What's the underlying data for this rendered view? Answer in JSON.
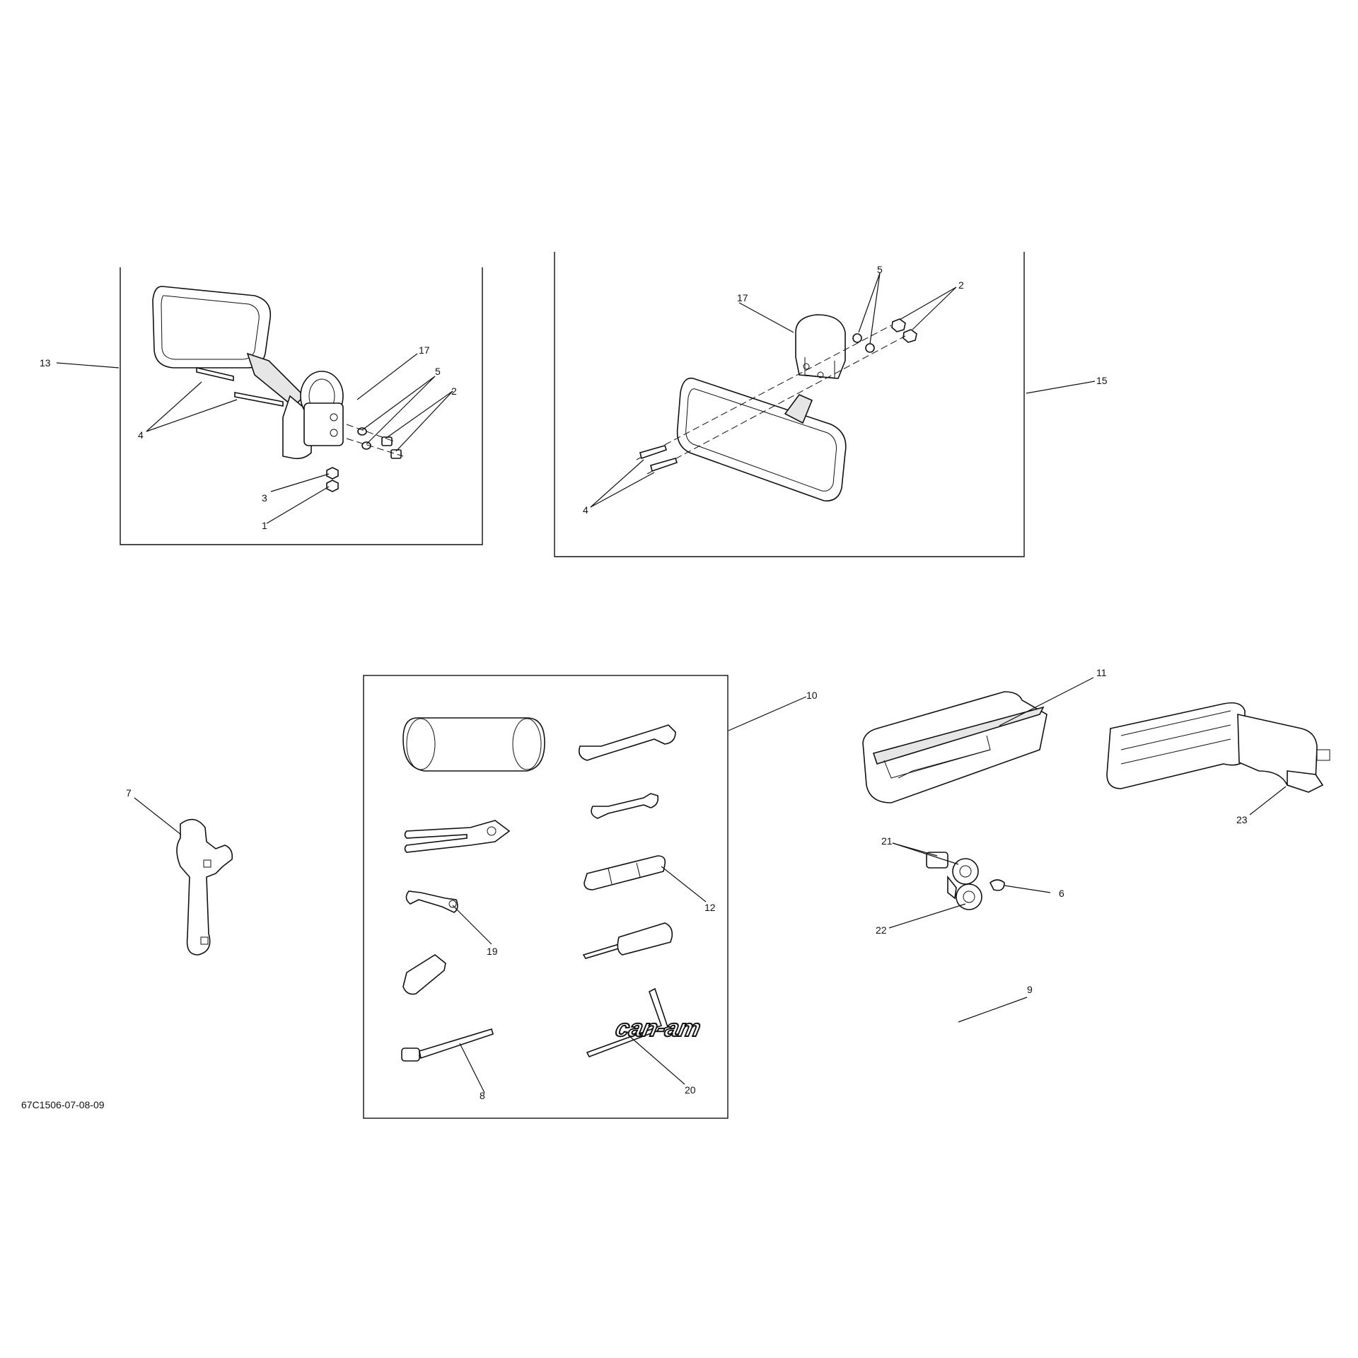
{
  "document_id": "67C1506-07-08-09",
  "logo_text": "can-am",
  "callouts": {
    "c1": "1",
    "c2a": "2",
    "c2b": "2",
    "c3": "3",
    "c4a": "4",
    "c4b": "4",
    "c5a": "5",
    "c5b": "5",
    "c6": "6",
    "c7": "7",
    "c8": "8",
    "c9": "9",
    "c10": "10",
    "c11": "11",
    "c12": "12",
    "c13": "13",
    "c15": "15",
    "c17a": "17",
    "c17b": "17",
    "c19": "19",
    "c20": "20",
    "c21": "21",
    "c22": "22",
    "c23": "23"
  }
}
